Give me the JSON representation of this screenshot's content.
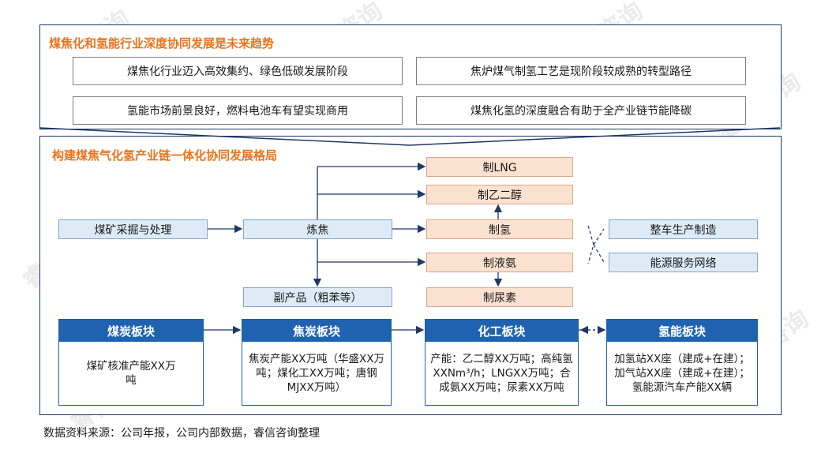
{
  "watermark": "睿信咨询",
  "top": {
    "title": "煤焦化和氢能行业深度协同发展是未来趋势",
    "items": [
      "煤焦化行业迈入高效集约、绿色低碳发展阶段",
      "焦炉煤气制氢工艺是现阶段较成熟的转型路径",
      "氢能市场前景良好，燃料电池车有望实现商用",
      "煤焦化氢的深度融合有助于全产业链节能降碳"
    ]
  },
  "bottom": {
    "title": "构建煤焦气化氢产业链一体化协同发展格局",
    "flow": {
      "coal_mining": "煤矿采掘与处理",
      "coking": "炼焦",
      "byproduct": "副产品（粗苯等）",
      "lng": "制LNG",
      "glycol": "制乙二醇",
      "hydrogen": "制氢",
      "ammonia": "制液氨",
      "urea": "制尿素",
      "vehicle": "整车生产制造",
      "energy_network": "能源服务网络"
    },
    "blocks": [
      {
        "title": "煤炭板块",
        "body": "煤矿核准产能XX万吨"
      },
      {
        "title": "焦炭板块",
        "body": "焦炭产能XX万吨（华盛XX万吨；煤化工XX万吨；唐钢MJXX万吨）"
      },
      {
        "title": "化工板块",
        "body": "产能：乙二醇XX万吨；高纯氢XXNm³/h；LNGXX万吨；合成氨XX万吨；尿素XX万吨"
      },
      {
        "title": "氢能板块",
        "body": "加氢站XX座（建成+在建）；加气站XX座（建成+在建）；氢能源汽车产能XX辆"
      }
    ]
  },
  "source": "数据资料来源：公司年报，公司内部数据，睿信咨询整理",
  "colors": {
    "accent": "#e8731c",
    "navy": "#1f3864",
    "block_blue": "#1f62b0"
  }
}
